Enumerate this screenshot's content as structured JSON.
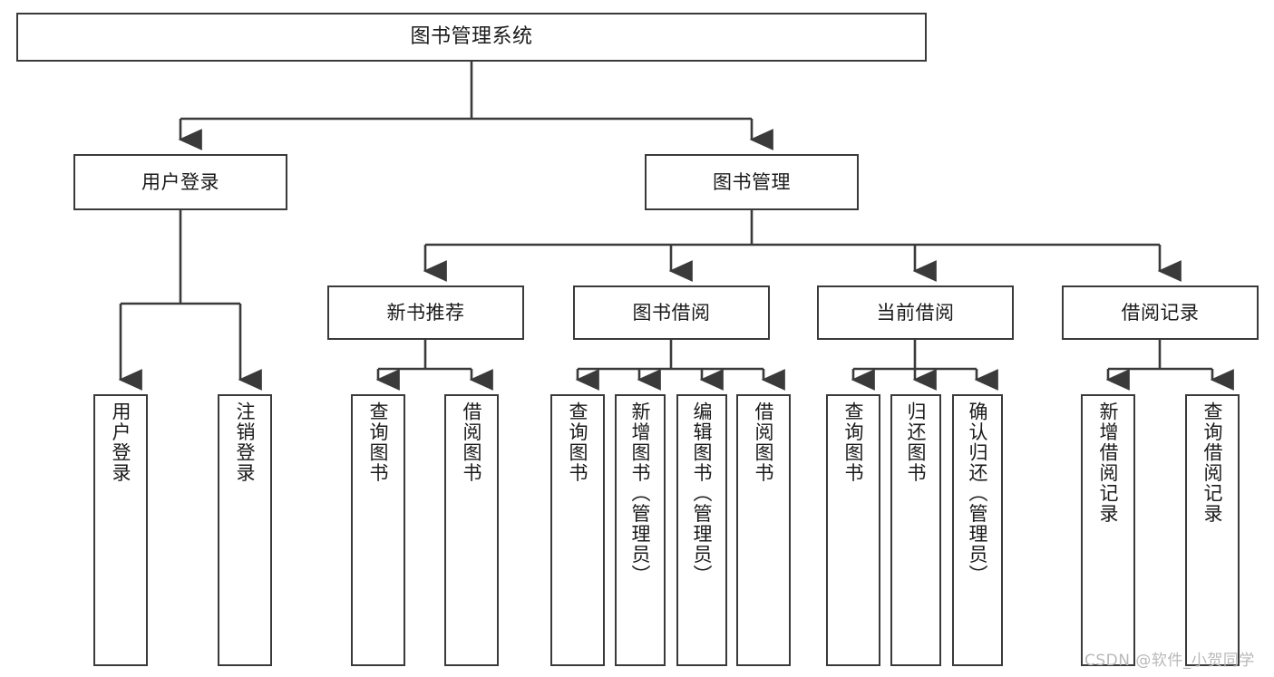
{
  "diagram": {
    "type": "tree",
    "title": "图书管理系统",
    "root": {
      "label": "图书管理系统"
    },
    "level2": [
      {
        "label": "用户登录"
      },
      {
        "label": "图书管理"
      }
    ],
    "level3": [
      {
        "label": "新书推荐"
      },
      {
        "label": "图书借阅"
      },
      {
        "label": "当前借阅"
      },
      {
        "label": "借阅记录"
      }
    ],
    "leaves": {
      "user_login": [
        {
          "label": "用户登录"
        },
        {
          "label": "注销登录"
        }
      ],
      "new_book_recommend": [
        {
          "label": "查询图书"
        },
        {
          "label": "借阅图书"
        }
      ],
      "book_borrow": [
        {
          "label": "查询图书"
        },
        {
          "label": "新增图书（管理员）"
        },
        {
          "label": "编辑图书（管理员）"
        },
        {
          "label": "借阅图书"
        }
      ],
      "current_borrow": [
        {
          "label": "查询图书"
        },
        {
          "label": "归还图书"
        },
        {
          "label": "确认归还（管理员）"
        }
      ],
      "borrow_record": [
        {
          "label": "新增借阅记录"
        },
        {
          "label": "查询借阅记录"
        }
      ]
    }
  },
  "watermark": {
    "text": "CSDN @软件_小贺同学"
  },
  "colors": {
    "stroke": "#3a3a3a",
    "fill": "#ffffff",
    "text": "#1a1a1a",
    "watermark": "#b9b9b9"
  }
}
